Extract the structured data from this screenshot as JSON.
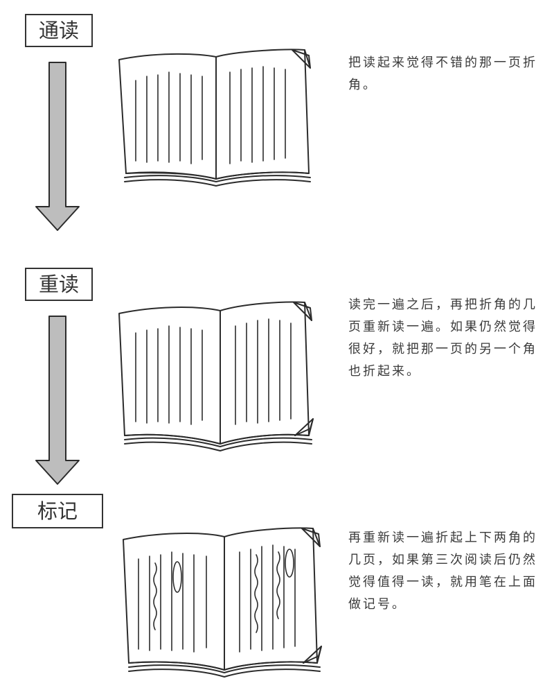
{
  "stages": [
    {
      "label": "通读",
      "description": "把读起来觉得不错的那一页折角。"
    },
    {
      "label": "重读",
      "description": "读完一遍之后，再把折角的几页重新读一遍。如果仍然觉得很好，就把那一页的另一个角也折起来。"
    },
    {
      "label": "标记",
      "description": "再重新读一遍折起上下两角的几页，如果第三次阅读后仍然觉得值得一读，就用笔在上面做记号。"
    }
  ],
  "colors": {
    "arrow_fill": "#bdbdbd",
    "ink": "#2b2b2b"
  },
  "icons": [
    "open-book-one-corner-folded",
    "open-book-two-corners-folded",
    "open-book-marked-with-pen",
    "down-arrow"
  ]
}
